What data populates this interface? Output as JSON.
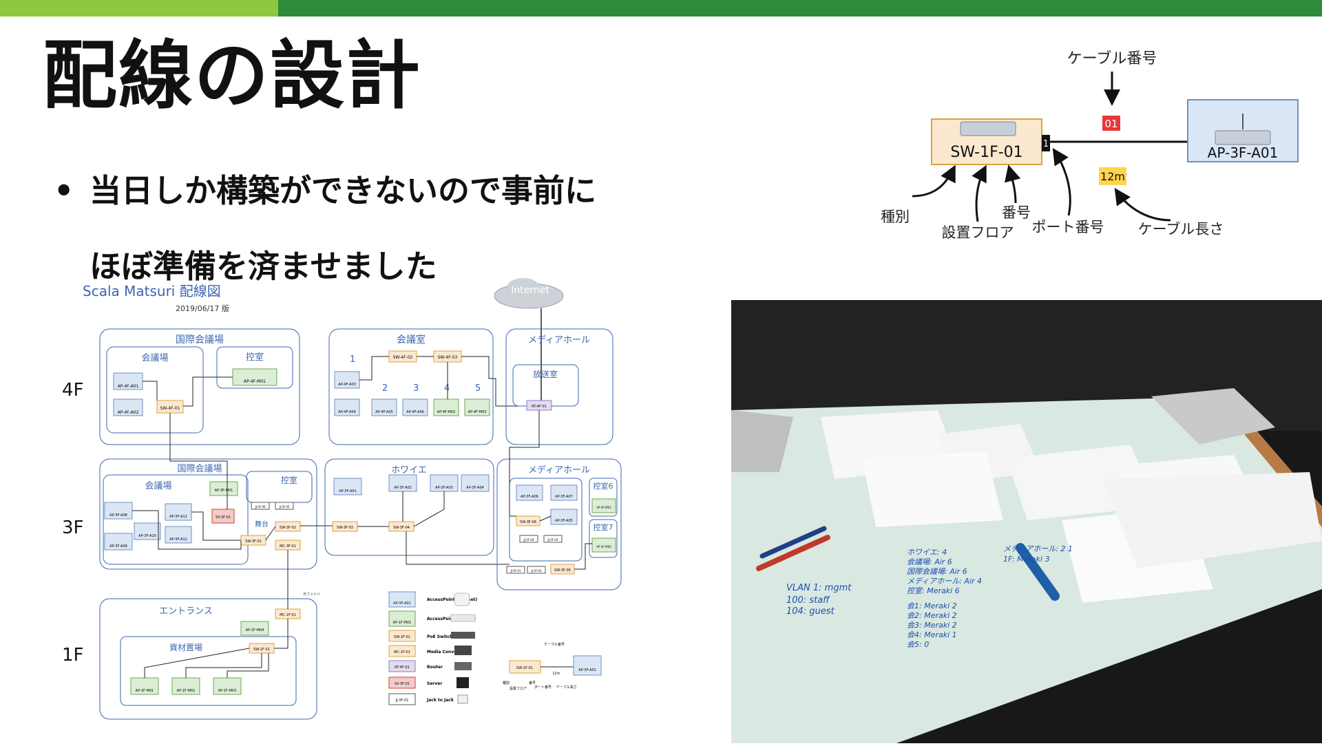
{
  "slide": {
    "title": "配線の設計",
    "bullet_line1": "当日しか構築ができないので事前に",
    "bullet_line2": "ほぼ準備を済ませました",
    "bullet_symbol": "•"
  },
  "schematic": {
    "cable_number_label": "ケーブル番号",
    "cable_number_value": "01",
    "switch_name": "SW-1F-01",
    "port_number_value": "1",
    "ap_name": "AP-3F-A01",
    "cable_length_value": "12m",
    "label_type": "種別",
    "label_floor": "設置フロア",
    "label_number": "番号",
    "label_port": "ポート番号",
    "label_cable_length": "ケーブル長さ"
  },
  "wiring": {
    "title": "Scala Matsuri 配線図",
    "date": "2019/06/17 版",
    "internet": "Internet",
    "floors": [
      "4F",
      "3F",
      "1F"
    ],
    "rooms": {
      "kokusai4f": "国際会議場",
      "kaigijo4f": "会議場",
      "hikae4f": "控室",
      "kaigishitsu": "会議室",
      "media4f": "メディアホール",
      "housou": "放送室",
      "kokusai3f": "国際会議場",
      "kaigijo3f": "会議場",
      "hikae3f": "控室",
      "butai": "舞台",
      "howaie": "ホワイエ",
      "media3f": "メディアホール",
      "hikae6": "控室6",
      "hikae7": "控室7",
      "entrance": "エントランス",
      "shizai": "資材置場",
      "room_nums": [
        "1",
        "2",
        "3",
        "4",
        "5"
      ]
    },
    "devices": {
      "ap4f_a01": "AP-4F-A01",
      "ap4f_a02": "AP-4F-A02",
      "sw4f_01": "SW-4F-01",
      "ap4f_m01": "AP-4F-M01",
      "sw4f_02": "SW-4F-02",
      "sw4f_03": "SW-4F-03",
      "ap4f_a03": "AP-4F-A03",
      "ap4f_a04": "AP-4F-A04",
      "ap4f_a05": "AP-4F-A05",
      "ap4f_a06": "AP-4F-A06",
      "ap4f_m02": "AP-4F-M02",
      "ap4f_m03": "AP-4F-M03",
      "rt4f_01": "RT-4F-01",
      "ap3f_a08": "AP-3F-A08",
      "ap3f_a09": "AP-3F-A09",
      "ap3f_a10": "AP-3F-A10",
      "ap3f_a11": "AP-3F-A11",
      "ap3f_a12": "AP-3F-A12",
      "ap3f_m01": "AP-3F-M01",
      "sv3f_01": "SV-3F-01",
      "jj3f_06": "JJ-3F-06",
      "jj3f_05": "JJ-3F-05",
      "sw3f_02": "SW-3F-02",
      "sw3f_01": "SW-3F-01",
      "mc3f_01": "MC-3F-01",
      "sw3f_03": "SW-3F-03",
      "ap3f_a01": "AP-3F-A01",
      "ap3f_a02": "AP-3F-A02",
      "ap3f_a03": "AP-3F-A03",
      "ap3f_a04": "AP-3F-A04",
      "sw3f_04": "SW-3F-04",
      "ap3f_a06": "AP-3F-A06",
      "ap3f_a07": "AP-3F-A07",
      "ap3f_a05": "AP-3F-A05",
      "sw3f_06": "SW-3F-06",
      "jj3f_04": "JJ-3F-04",
      "jj3f_03": "JJ-3F-03",
      "ap3f_m03": "AP-3F-M03",
      "ap3f_m02": "AP-3F-M02",
      "jj3f_01": "JJ-3F-01",
      "jj3f_02": "JJ-3F-02",
      "sw3f_05": "SW-3F-05",
      "mc1f_01": "MC-1F-01",
      "ap1f_m04": "AP-1F-M04",
      "sw1f_01": "SW-1F-01",
      "ap1f_m01": "AP-1F-M01",
      "ap1f_m02": "AP-1F-M02",
      "ap1f_m03": "AP-1F-M03",
      "fiber": "光ファイバ"
    },
    "legend": [
      {
        "id": "AP-3F-A01",
        "label": "AccessPoint\n(Aironet)"
      },
      {
        "id": "AP-1F-M01",
        "label": "AccessPoint\n(Meraki)"
      },
      {
        "id": "SW-1F-01",
        "label": "PoE Switch"
      },
      {
        "id": "MC-1F-01",
        "label": "Media Converter"
      },
      {
        "id": "RT-4F-01",
        "label": "Router"
      },
      {
        "id": "SV-3F-01",
        "label": "Server"
      },
      {
        "id": "JJ-3F-01",
        "label": "Jack to Jack"
      }
    ],
    "mini": {
      "cable_number": "ケーブル番号",
      "switch": "SW-1F-01",
      "ap": "AP-3F-A01",
      "length": "12m",
      "type": "種別",
      "floor": "設置フロア",
      "number": "番号",
      "port": "ポート番号",
      "cable_length": "ケーブル長さ"
    }
  },
  "photo": {
    "description_hidden": "",
    "whiteboard_left": [
      "VLAN 1: mgmt",
      "100: staff",
      "104: guest"
    ],
    "whiteboard_mid": [
      "ホワイエ: 4",
      "会議場: Air 6",
      "国際会議場: Air 6",
      "メディアホール: Air 4",
      "控室: Meraki 6",
      "会1: Meraki 2",
      "会2: Meraki 2",
      "会3: Meraki 2",
      "会4: Meraki 1",
      "会5: 0"
    ],
    "whiteboard_right": [
      "メディアホール: 2 1",
      "1F: Meraki 3"
    ]
  }
}
